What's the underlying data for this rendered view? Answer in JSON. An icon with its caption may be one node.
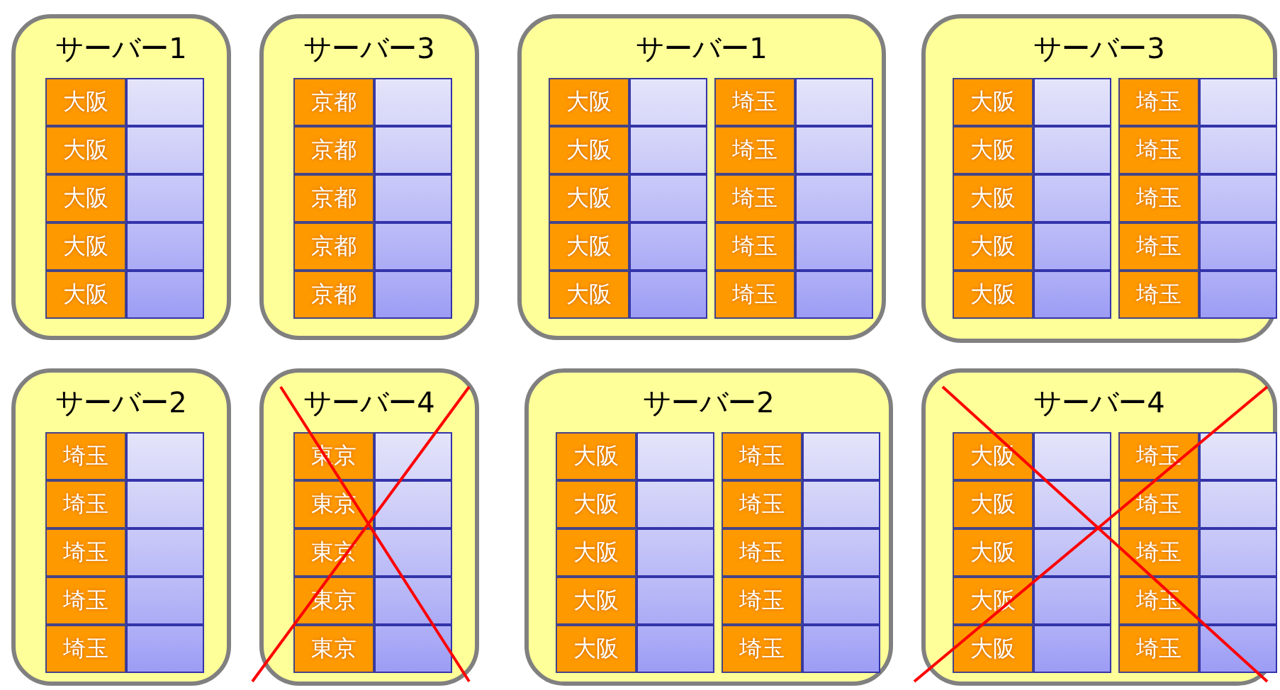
{
  "diagram": {
    "nodes": [
      {
        "text": [
          "サーバー1"
        ]
      },
      {
        "text": [
          "大阪"
        ],
        "in": 0
      },
      {
        "text": [
          "大阪"
        ],
        "in": 0
      },
      {
        "text": [
          "大阪"
        ],
        "in": 0
      },
      {
        "text": [
          "大阪"
        ],
        "in": 0
      },
      {
        "text": [
          "大阪"
        ],
        "in": 0
      },
      {
        "text": [
          "サーバー3"
        ]
      },
      {
        "text": [
          "京都"
        ],
        "in": 6
      },
      {
        "text": [
          "京都"
        ],
        "in": 6
      },
      {
        "text": [
          "京都"
        ],
        "in": 6
      },
      {
        "text": [
          "京都"
        ],
        "in": 6
      },
      {
        "text": [
          "京都"
        ],
        "in": 6
      },
      {
        "text": [
          "サーバー1"
        ]
      },
      {
        "text": [
          "大阪"
        ],
        "in": 12
      },
      {
        "text": [
          "大阪"
        ],
        "in": 12
      },
      {
        "text": [
          "大阪"
        ],
        "in": 12
      },
      {
        "text": [
          "大阪"
        ],
        "in": 12
      },
      {
        "text": [
          "大阪"
        ],
        "in": 12
      },
      {
        "text": [
          "埼玉"
        ],
        "in": 12
      },
      {
        "text": [
          "埼玉"
        ],
        "in": 12
      },
      {
        "text": [
          "埼玉"
        ],
        "in": 12
      },
      {
        "text": [
          "埼玉"
        ],
        "in": 12
      },
      {
        "text": [
          "埼玉"
        ],
        "in": 12
      },
      {
        "text": [
          "サーバー3"
        ]
      },
      {
        "text": [
          "大阪"
        ],
        "in": 23
      },
      {
        "text": [
          "大阪"
        ],
        "in": 23
      },
      {
        "text": [
          "大阪"
        ],
        "in": 23
      },
      {
        "text": [
          "大阪"
        ],
        "in": 23
      },
      {
        "text": [
          "大阪"
        ],
        "in": 23
      },
      {
        "text": [
          "埼玉"
        ],
        "in": 23
      },
      {
        "text": [
          "埼玉"
        ],
        "in": 23
      },
      {
        "text": [
          "埼玉"
        ],
        "in": 23
      },
      {
        "text": [
          "埼玉"
        ],
        "in": 23
      },
      {
        "text": [
          "埼玉"
        ],
        "in": 23
      },
      {
        "text": [
          "サーバー2"
        ]
      },
      {
        "text": [
          "埼玉"
        ],
        "in": 34
      },
      {
        "text": [
          "埼玉"
        ],
        "in": 34
      },
      {
        "text": [
          "埼玉"
        ],
        "in": 34
      },
      {
        "text": [
          "埼玉"
        ],
        "in": 34
      },
      {
        "text": [
          "埼玉"
        ],
        "in": 34
      },
      {
        "text": [
          "サーバー4"
        ]
      },
      {
        "text": [
          "東京"
        ],
        "in": 40
      },
      {
        "text": [
          "東京"
        ],
        "in": 40
      },
      {
        "text": [
          "東京"
        ],
        "in": 40
      },
      {
        "text": [
          "東京"
        ],
        "in": 40
      },
      {
        "text": [
          "東京"
        ],
        "in": 40
      },
      {
        "text": [
          "サーバー2"
        ]
      },
      {
        "text": [
          "大阪"
        ],
        "in": 46
      },
      {
        "text": [
          "大阪"
        ],
        "in": 46
      },
      {
        "text": [
          "大阪"
        ],
        "in": 46
      },
      {
        "text": [
          "大阪"
        ],
        "in": 46
      },
      {
        "text": [
          "大阪"
        ],
        "in": 46
      },
      {
        "text": [
          "埼玉"
        ],
        "in": 46
      },
      {
        "text": [
          "埼玉"
        ],
        "in": 46
      },
      {
        "text": [
          "埼玉"
        ],
        "in": 46
      },
      {
        "text": [
          "埼玉"
        ],
        "in": 46
      },
      {
        "text": [
          "埼玉"
        ],
        "in": 46
      },
      {
        "text": [
          "サーバー4"
        ]
      },
      {
        "text": [
          "大阪"
        ],
        "in": 57
      },
      {
        "text": [
          "大阪"
        ],
        "in": 57
      },
      {
        "text": [
          "大阪"
        ],
        "in": 57
      },
      {
        "text": [
          "大阪"
        ],
        "in": 57
      },
      {
        "text": [
          "大阪"
        ],
        "in": 57
      },
      {
        "text": [
          "埼玉"
        ],
        "in": 57
      },
      {
        "text": [
          "埼玉"
        ],
        "in": 57
      },
      {
        "text": [
          "埼玉"
        ],
        "in": 57
      },
      {
        "text": [
          "埼玉"
        ],
        "in": 57
      },
      {
        "text": [
          "埼玉"
        ],
        "in": 57
      }
    ]
  }
}
